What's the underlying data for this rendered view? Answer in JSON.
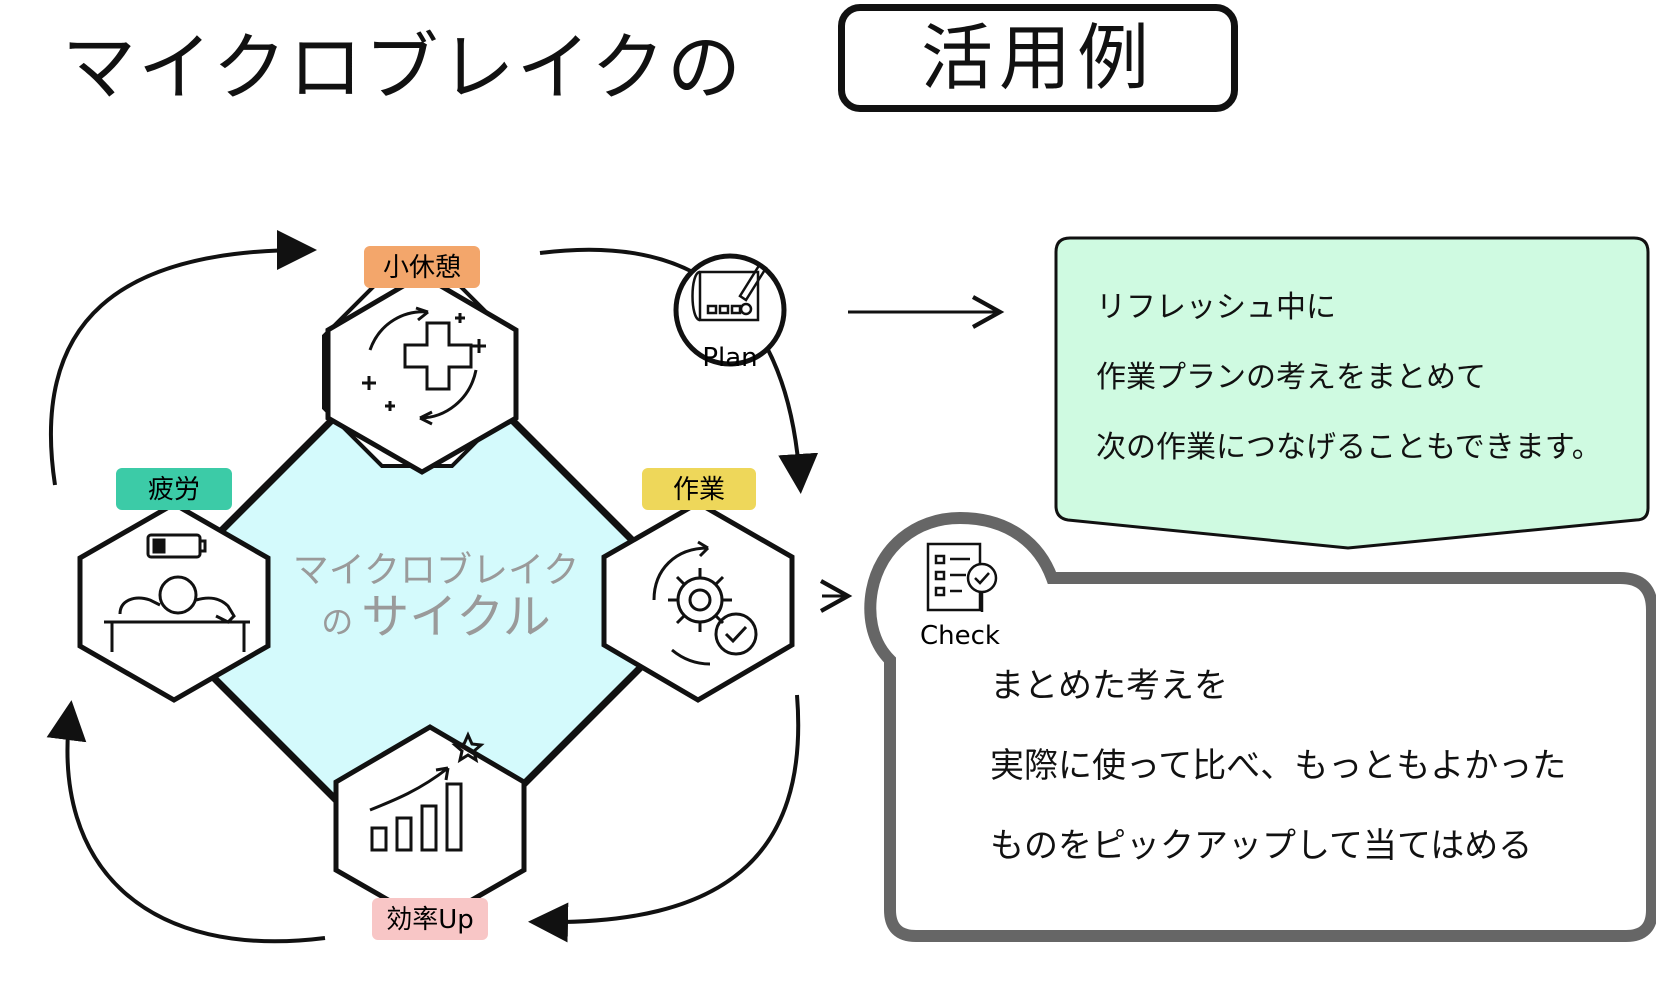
{
  "title": {
    "main": "マイクロブレイクの",
    "boxed": "活用例"
  },
  "cycle": {
    "center_line1": "マイクロブレイク",
    "center_line2_small": "の",
    "center_line2_large": "サイクル",
    "stages": {
      "rest": {
        "label": "小休憩",
        "color": "#F3A66B"
      },
      "work": {
        "label": "作業",
        "color": "#EED75A"
      },
      "efficiency": {
        "label": "効率Up",
        "color": "#F8C6C6"
      },
      "fatigue": {
        "label": "疲労",
        "color": "#3CCBA7"
      }
    },
    "center_color": "#D4FAFC"
  },
  "plan": {
    "icon_label": "Plan",
    "box_color": "#CFFAE1",
    "lines": [
      "リフレッシュ中に",
      "作業プランの考えをまとめて",
      "次の作業につなげることもできます。"
    ]
  },
  "check": {
    "icon_label": "Check",
    "lines": [
      "まとめた考えを",
      "実際に使って比べ、もっともよかった",
      "ものをピックアップして当てはめる"
    ]
  }
}
